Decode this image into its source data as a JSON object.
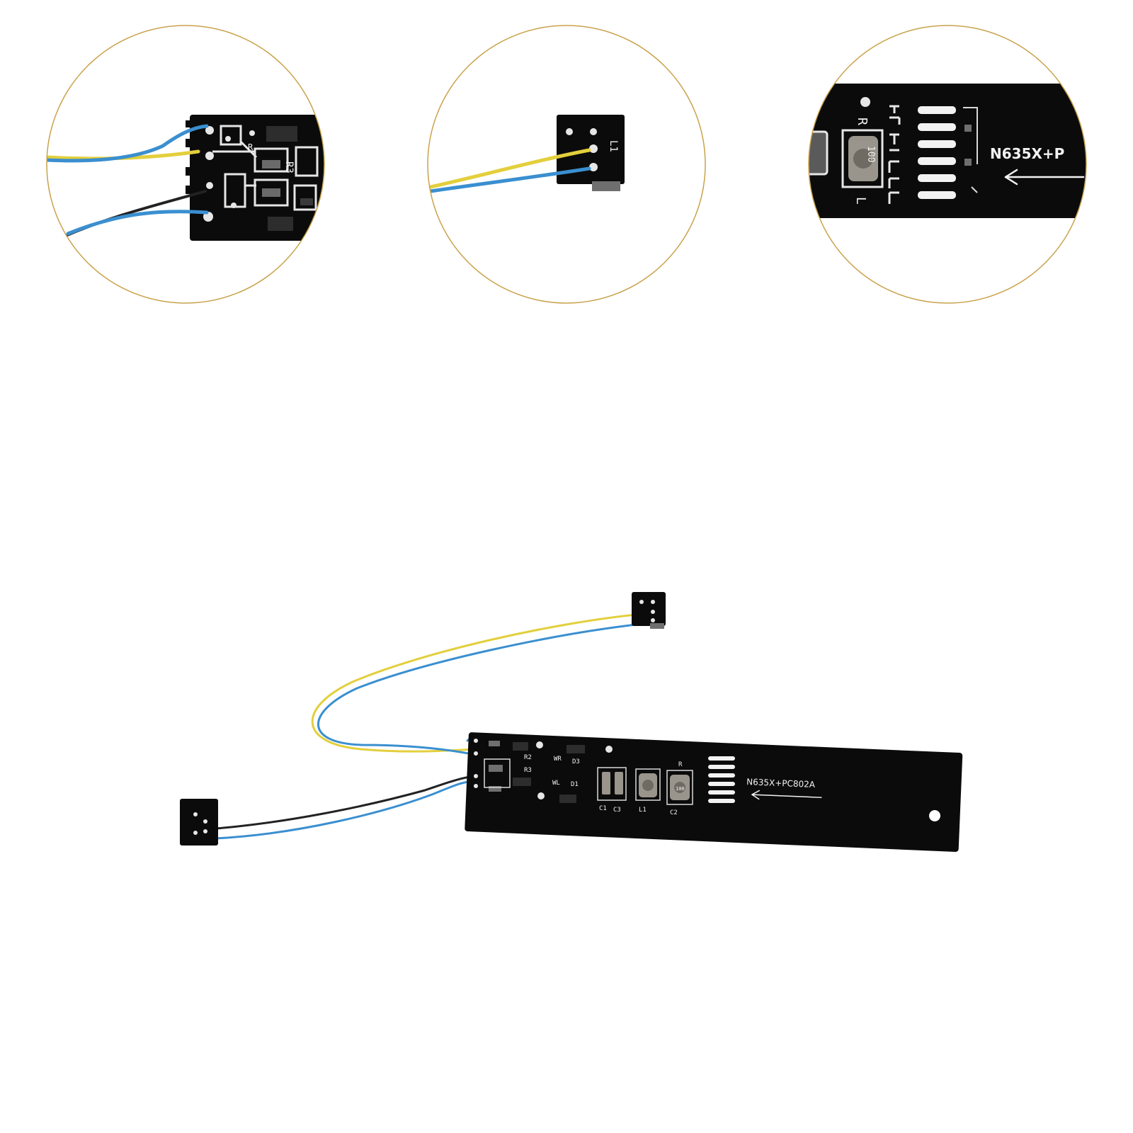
{
  "colors": {
    "background": "#ffffff",
    "circle_outline": "#c9a24a",
    "pcb": "#0b0b0b",
    "silkscreen": "#f2f2f2",
    "wire_blue": "#3a8fd0",
    "wire_yellow": "#e3cf3c",
    "wire_black": "#222222",
    "component_dark": "#2d2d2d",
    "inductor": "#9a958c"
  },
  "icons": [
    "arrow-left-icon"
  ],
  "zoom_right": {
    "label": "N635X+P",
    "markings": [
      "R",
      "100",
      "L"
    ]
  },
  "main_board": {
    "label": "N635X+PC802A",
    "component_labels": [
      "WR",
      "D3",
      "WL",
      "D1",
      "R2",
      "R3",
      "C1",
      "C3",
      "L1",
      "C2",
      "R",
      "100"
    ]
  }
}
